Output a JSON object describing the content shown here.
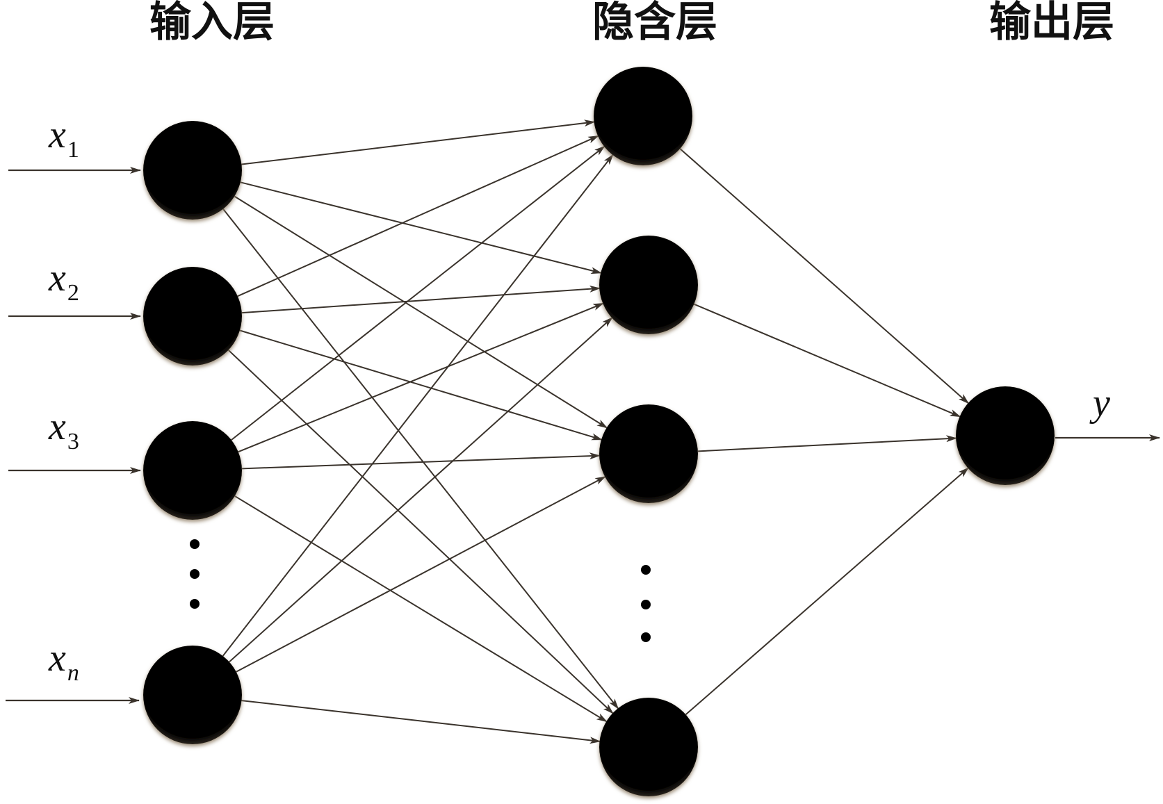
{
  "layers": {
    "input_title": "输入层",
    "hidden_title": "隐含层",
    "output_title": "输出层"
  },
  "inputs": [
    {
      "base": "x",
      "sub": "1"
    },
    {
      "base": "x",
      "sub": "2"
    },
    {
      "base": "x",
      "sub": "3"
    },
    {
      "base": "x",
      "sub": "n"
    }
  ],
  "output": {
    "label": "y"
  },
  "node_counts": {
    "input_drawn": 4,
    "hidden_drawn": 4,
    "output": 1
  },
  "colors": {
    "node_fill": "#000000",
    "edge": "#3a332c",
    "node_shadow": "#8c7a63"
  }
}
